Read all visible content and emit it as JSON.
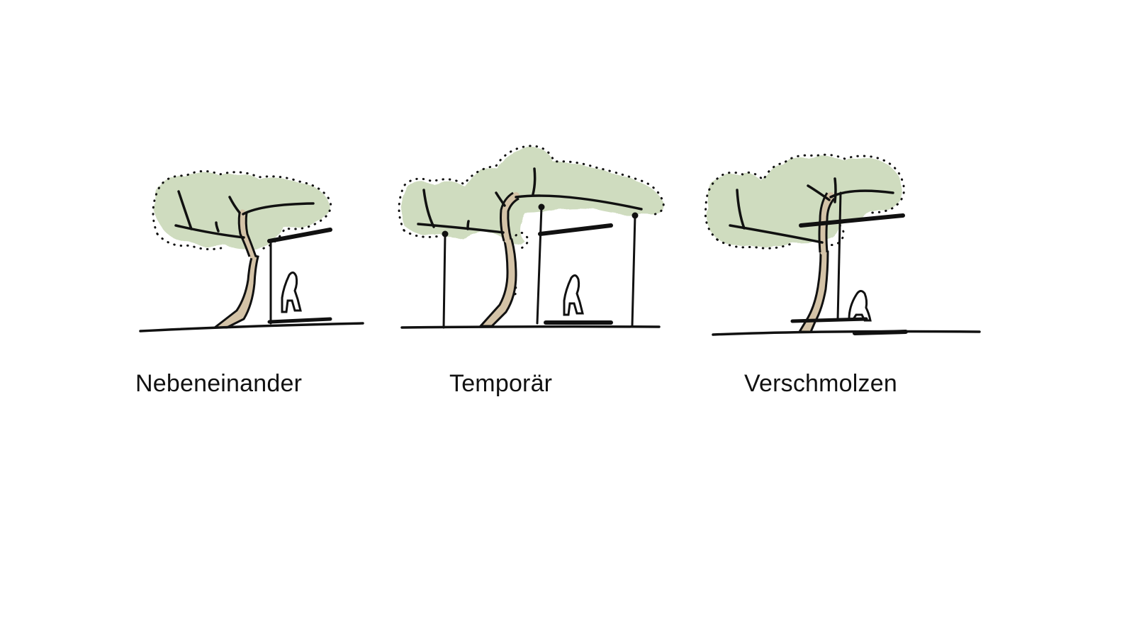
{
  "colors": {
    "ink": "#111111",
    "foliage": "#cfdcbf",
    "trunk": "#d4c3a7",
    "background": "#ffffff"
  },
  "panels": [
    {
      "label": "Nebeneinander",
      "icons": [
        "tree-icon",
        "canopy-roof-icon",
        "seated-person-icon"
      ]
    },
    {
      "label": "Temporär",
      "icons": [
        "tree-icon",
        "canopy-roof-icon",
        "seated-person-icon"
      ]
    },
    {
      "label": "Verschmolzen",
      "icons": [
        "tree-icon",
        "canopy-roof-icon",
        "seated-person-icon"
      ]
    }
  ]
}
